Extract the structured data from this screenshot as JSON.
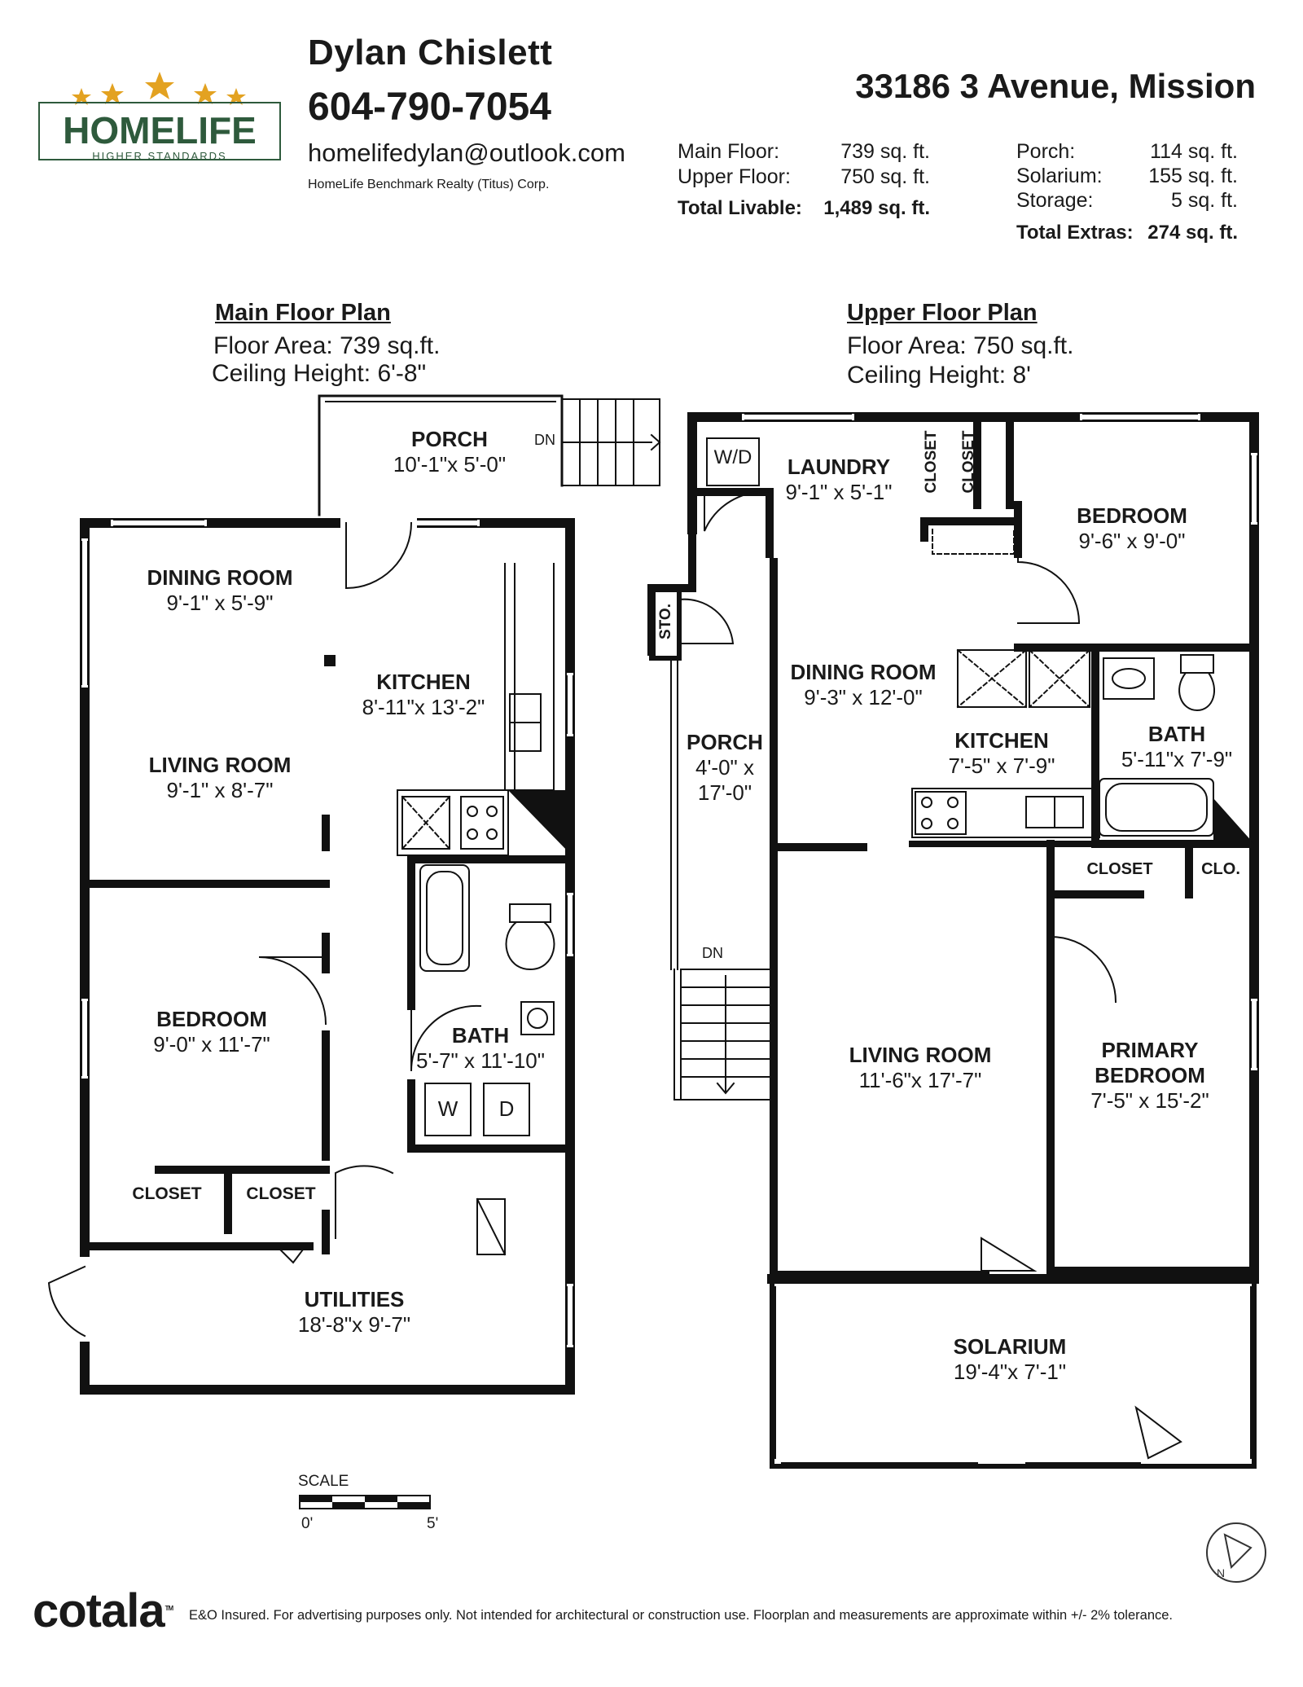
{
  "brand": {
    "logo_word": "HOMELIFE",
    "logo_tagline": "HIGHER STANDARDS"
  },
  "agent": {
    "name": "Dylan Chislett",
    "phone": "604-790-7054",
    "email": "homelifedylan@outlook.com",
    "brokerage": "HomeLife Benchmark Realty (Titus) Corp."
  },
  "property": {
    "address": "33186 3 Avenue, Mission"
  },
  "areas": {
    "livable": [
      {
        "label": "Main Floor:",
        "value": "739 sq. ft."
      },
      {
        "label": "Upper Floor:",
        "value": "750 sq. ft."
      }
    ],
    "livable_total_label": "Total Livable:",
    "livable_total_value": "1,489 sq. ft.",
    "extras": [
      {
        "label": "Porch:",
        "value": "114 sq. ft."
      },
      {
        "label": "Solarium:",
        "value": "155 sq. ft."
      },
      {
        "label": "Storage:",
        "value": "5 sq. ft."
      }
    ],
    "extras_total_label": "Total Extras:",
    "extras_total_value": "274 sq. ft."
  },
  "main_floor": {
    "title": "Main Floor Plan",
    "area": "Floor Area: 739 sq.ft.",
    "ceiling": "Ceiling Height: 6'-8\"",
    "rooms": {
      "porch": {
        "name": "PORCH",
        "dims": "10'-1\"x 5'-0\""
      },
      "dining": {
        "name": "DINING ROOM",
        "dims": "9'-1\" x 5'-9\""
      },
      "kitchen": {
        "name": "KITCHEN",
        "dims": "8'-11\"x 13'-2\""
      },
      "living": {
        "name": "LIVING ROOM",
        "dims": "9'-1\" x 8'-7\""
      },
      "bedroom": {
        "name": "BEDROOM",
        "dims": "9'-0\" x 11'-7\""
      },
      "bath": {
        "name": "BATH",
        "dims": "5'-7\" x 11'-10\""
      },
      "closet1": {
        "name": "CLOSET"
      },
      "closet2": {
        "name": "CLOSET"
      },
      "utilities": {
        "name": "UTILITIES",
        "dims": "18'-8\"x 9'-7\""
      }
    },
    "washer": "W",
    "dryer": "D",
    "stairs_label": "DN"
  },
  "upper_floor": {
    "title": "Upper Floor Plan",
    "area": "Floor Area: 750 sq.ft.",
    "ceiling": "Ceiling Height: 8'",
    "rooms": {
      "laundry": {
        "name": "LAUNDRY",
        "dims": "9'-1\" x 5'-1\""
      },
      "closet_a": {
        "name": "CLOSET"
      },
      "closet_b": {
        "name": "CLOSET"
      },
      "bedroom": {
        "name": "BEDROOM",
        "dims": "9'-6\" x 9'-0\""
      },
      "storage": {
        "name": "STO."
      },
      "dining": {
        "name": "DINING ROOM",
        "dims": "9'-3\" x 12'-0\""
      },
      "kitchen": {
        "name": "KITCHEN",
        "dims": "7'-5\" x 7'-9\""
      },
      "bath": {
        "name": "BATH",
        "dims": "5'-11\"x 7'-9\""
      },
      "porch": {
        "name": "PORCH",
        "dims1": "4'-0\" x",
        "dims2": "17'-0\""
      },
      "closet_c": {
        "name": "CLOSET"
      },
      "clo": {
        "name": "CLO."
      },
      "living": {
        "name": "LIVING ROOM",
        "dims": "11'-6\"x 17'-7\""
      },
      "primary": {
        "name1": "PRIMARY",
        "name2": "BEDROOM",
        "dims": "7'-5\" x 15'-2\""
      },
      "solarium": {
        "name": "SOLARIUM",
        "dims": "19'-4\"x 7'-1\""
      }
    },
    "wd": "W/D",
    "stairs_label": "DN"
  },
  "scale": {
    "label": "SCALE",
    "start": "0'",
    "end": "5'"
  },
  "compass": {
    "label": "N"
  },
  "footer": {
    "brand": "cotala",
    "brand_mark": "TM",
    "disclaimer": "E&O Insured. For advertising purposes only. Not intended for architectural or construction use. Floorplan and measurements are approximate within +/- 2% tolerance."
  },
  "colors": {
    "wall": "#111111",
    "text": "#1a1a1a",
    "logo_green": "#2e5a3c",
    "star_gold": "#e3a221"
  }
}
